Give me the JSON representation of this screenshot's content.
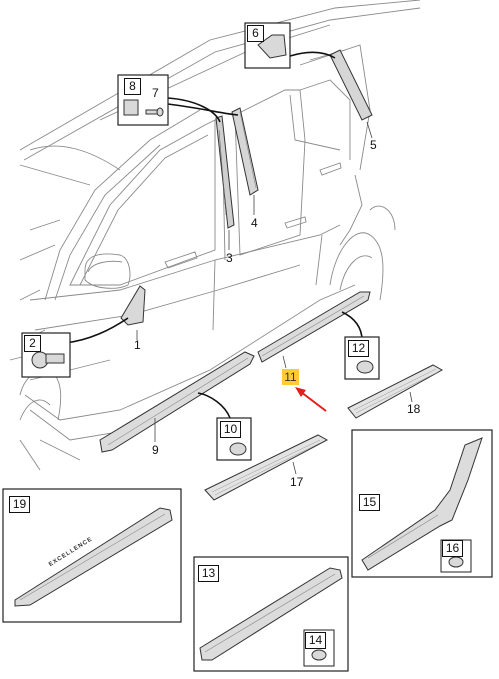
{
  "diagram": {
    "callouts": [
      {
        "id": "1",
        "text": "1"
      },
      {
        "id": "2",
        "text": "2"
      },
      {
        "id": "3",
        "text": "3"
      },
      {
        "id": "4",
        "text": "4"
      },
      {
        "id": "5",
        "text": "5"
      },
      {
        "id": "6",
        "text": "6"
      },
      {
        "id": "7",
        "text": "7"
      },
      {
        "id": "8",
        "text": "8"
      },
      {
        "id": "9",
        "text": "9"
      },
      {
        "id": "10",
        "text": "10"
      },
      {
        "id": "11",
        "text": "11"
      },
      {
        "id": "12",
        "text": "12"
      },
      {
        "id": "13",
        "text": "13"
      },
      {
        "id": "14",
        "text": "14"
      },
      {
        "id": "15",
        "text": "15"
      },
      {
        "id": "16",
        "text": "16"
      },
      {
        "id": "17",
        "text": "17"
      },
      {
        "id": "18",
        "text": "18"
      },
      {
        "id": "19",
        "text": "19"
      }
    ],
    "highlighted_callout": "11",
    "highlight_color": "#ffcc33",
    "arrow_color": "#e0201b",
    "line_color": "#555555",
    "part_19_emblem_text": "EXCELLENCE"
  }
}
